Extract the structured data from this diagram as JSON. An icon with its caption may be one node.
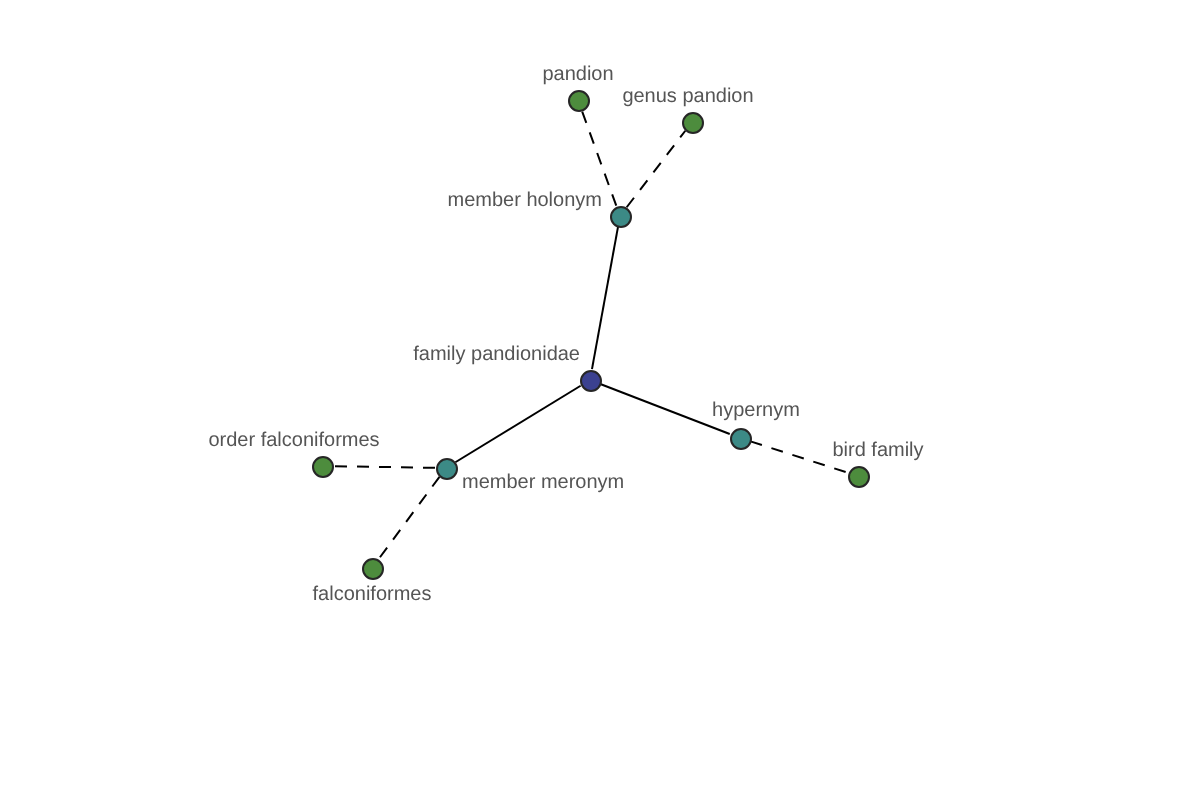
{
  "diagram": {
    "nodes": [
      {
        "text": [
          "pandion"
        ]
      },
      {
        "text": [
          "genus pandion"
        ]
      },
      {
        "text": [
          "member holonym"
        ]
      },
      {
        "text": [
          "family pandionidae"
        ]
      },
      {
        "text": [
          "order falconiformes"
        ]
      },
      {
        "text": [
          "member meronym"
        ]
      },
      {
        "text": [
          "hypernym"
        ]
      },
      {
        "text": [
          "bird family"
        ]
      },
      {
        "text": [
          "falconiformes"
        ]
      }
    ],
    "edges": [
      {
        "from": 2,
        "to": 0,
        "arrow": "none",
        "style": "dashed"
      },
      {
        "from": 2,
        "to": 1,
        "arrow": "none",
        "style": "dashed"
      },
      {
        "from": 3,
        "to": 2,
        "arrow": "none"
      },
      {
        "from": 3,
        "to": 5,
        "arrow": "none"
      },
      {
        "from": 3,
        "to": 6,
        "arrow": "none"
      },
      {
        "from": 5,
        "to": 4,
        "arrow": "none",
        "style": "dashed"
      },
      {
        "from": 5,
        "to": 8,
        "arrow": "none",
        "style": "dashed"
      },
      {
        "from": 6,
        "to": 7,
        "arrow": "none",
        "style": "dashed"
      }
    ]
  }
}
